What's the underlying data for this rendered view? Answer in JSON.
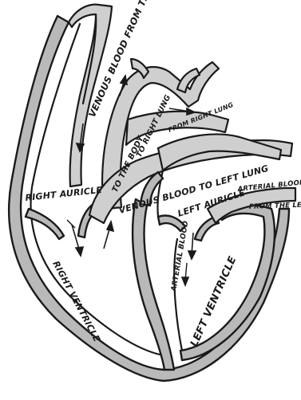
{
  "labels": {
    "venous_blood_from_body": "VENOUS BLOOD FROM THE BODY",
    "right_auricle": "RIGHT AURICLE",
    "to_the_body": "TO THE BODY",
    "to_right_lung": "TO RIGHT LUNG",
    "from_right_lung": "FROM RIGHT LUNG",
    "venous_blood_to_left_lung": "VENOUS BLOOD TO LEFT LUNG",
    "arterial_blood_top": "ARTERIAL BLOOD",
    "from_the_left_lung": "FROM THE LEFT LUNG",
    "left_auricle": "LEFT AURICLE",
    "arterial_blood_vertical": "ARTERIAL BLOOD",
    "right_ventricle": "RIGHT VENTRICLE",
    "left_ventricle": "LEFT VENTRICLE"
  },
  "colors": {
    "ink": "#1a1a1a",
    "wall_fill": "#b9b9b9",
    "vessel_fill": "#cfcfcf",
    "background": "#ffffff"
  }
}
